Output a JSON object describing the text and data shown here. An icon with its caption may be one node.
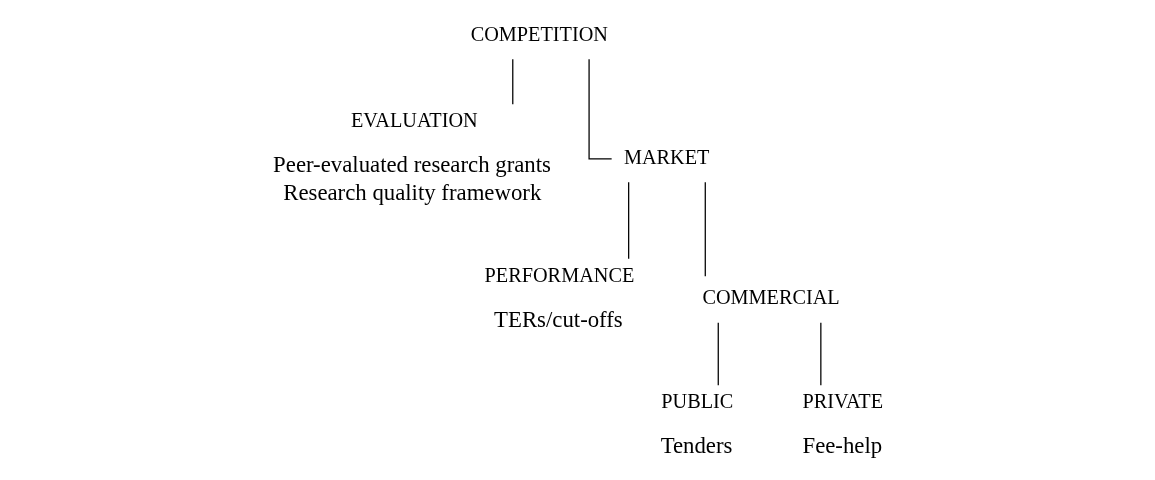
{
  "diagram": {
    "nodes": [
      {
        "text": [
          "COMPETITION"
        ]
      },
      {
        "text": [
          "EVALUATION"
        ],
        "beside": [
          "Peer-evaluated research grants",
          "Research quality framework"
        ]
      },
      {
        "text": [
          "MARKET"
        ]
      },
      {
        "text": [
          "PERFORMANCE"
        ],
        "beside": [
          "TERs/cut-offs"
        ]
      },
      {
        "text": [
          "COMMERCIAL"
        ]
      },
      {
        "text": [
          "PUBLIC"
        ],
        "beside": [
          "Tenders"
        ]
      },
      {
        "text": [
          "PRIVATE"
        ],
        "beside": [
          "Fee-help"
        ]
      }
    ],
    "edges": [
      {
        "from": 0,
        "to": 1,
        "arrow": "none"
      },
      {
        "from": 0,
        "to": 2,
        "arrow": "none"
      },
      {
        "from": 2,
        "to": 3,
        "arrow": "none"
      },
      {
        "from": 2,
        "to": 4,
        "arrow": "none"
      },
      {
        "from": 4,
        "to": 5,
        "arrow": "none"
      },
      {
        "from": 4,
        "to": 6,
        "arrow": "none"
      }
    ]
  }
}
